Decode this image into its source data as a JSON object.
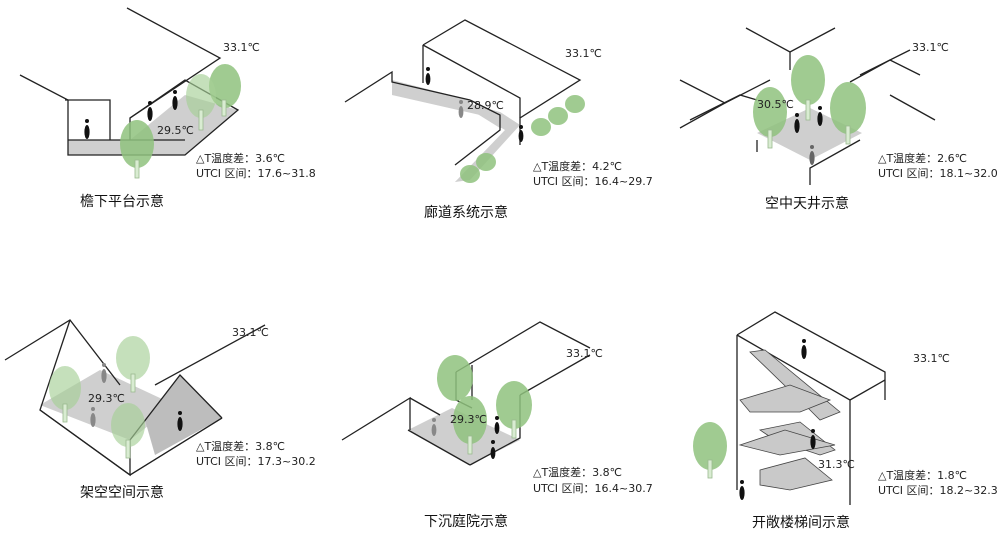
{
  "panels": [
    {
      "title": "檐下平台示意",
      "top_temp": "33.1℃",
      "inner_temp": "29.5℃",
      "delta": "△T温度差：3.6℃",
      "utci": "UTCI 区间：17.6~31.8"
    },
    {
      "title": "廊道系统示意",
      "top_temp": "33.1℃",
      "inner_temp": "28.9℃",
      "delta": "△T温度差：4.2℃",
      "utci": "UTCI 区间：16.4~29.7"
    },
    {
      "title": "空中天井示意",
      "top_temp": "33.1℃",
      "inner_temp": "30.5℃",
      "delta": "△T温度差：2.6℃",
      "utci": "UTCI 区间：18.1~32.0"
    },
    {
      "title": "架空空间示意",
      "top_temp": "33.1℃",
      "inner_temp": "29.3℃",
      "delta": "△T温度差：3.8℃",
      "utci": "UTCI 区间：17.3~30.2"
    },
    {
      "title": "下沉庭院示意",
      "top_temp": "33.1℃",
      "inner_temp": "29.3℃",
      "delta": "△T温度差：3.8℃",
      "utci": "UTCI 区间：16.4~30.7"
    },
    {
      "title": "开敞楼梯间示意",
      "top_temp": "33.1℃",
      "inner_temp": "31.3℃",
      "delta": "△T温度差：1.8℃",
      "utci": "UTCI 区间：18.2~32.3"
    }
  ],
  "colors": {
    "tree": "#8fc27e",
    "shade": "#cfcfcf",
    "line": "#222222"
  }
}
